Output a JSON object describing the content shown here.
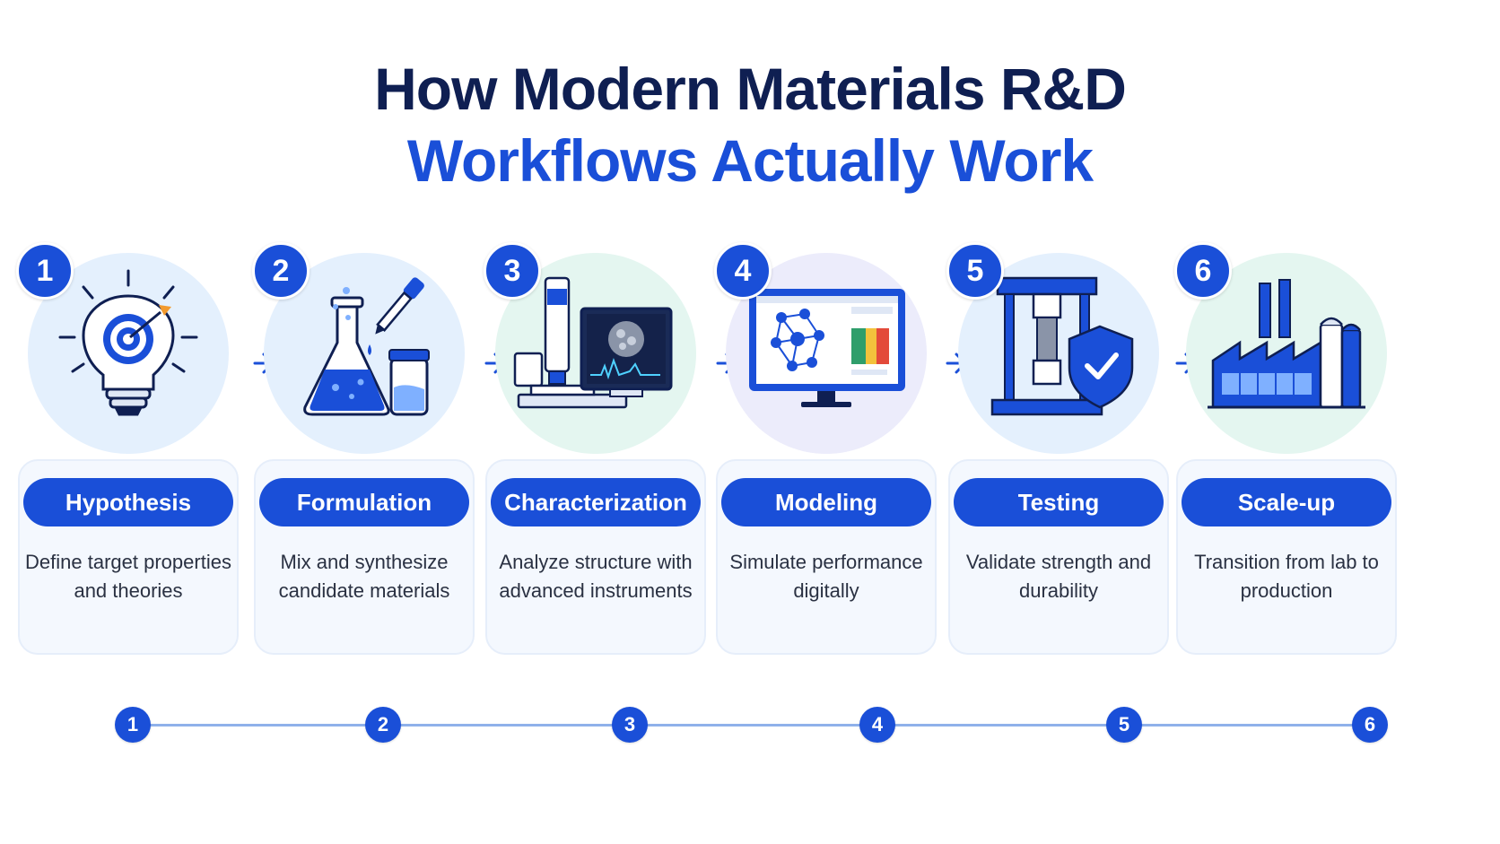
{
  "title": {
    "line1": "How Modern Materials R&D",
    "line2": "Workflows Actually Work"
  },
  "colors": {
    "accent": "#1a4fd8",
    "title_dark": "#0f1f52"
  },
  "steps": [
    {
      "number": "1",
      "label": "Hypothesis",
      "description": "Define target properties and theories",
      "icon": "lightbulb-target-icon"
    },
    {
      "number": "2",
      "label": "Formulation",
      "description": "Mix and synthesize candidate materials",
      "icon": "flask-dropper-icon"
    },
    {
      "number": "3",
      "label": "Characterization",
      "description": "Analyze structure with advanced instruments",
      "icon": "microscope-monitor-icon"
    },
    {
      "number": "4",
      "label": "Modeling",
      "description": "Simulate performance digitally",
      "icon": "molecule-monitor-icon"
    },
    {
      "number": "5",
      "label": "Testing",
      "description": "Validate strength and durability",
      "icon": "test-press-shield-icon"
    },
    {
      "number": "6",
      "label": "Scale-up",
      "description": "Transition from lab to production",
      "icon": "factory-icon"
    }
  ],
  "timeline": [
    "1",
    "2",
    "3",
    "4",
    "5",
    "6"
  ]
}
